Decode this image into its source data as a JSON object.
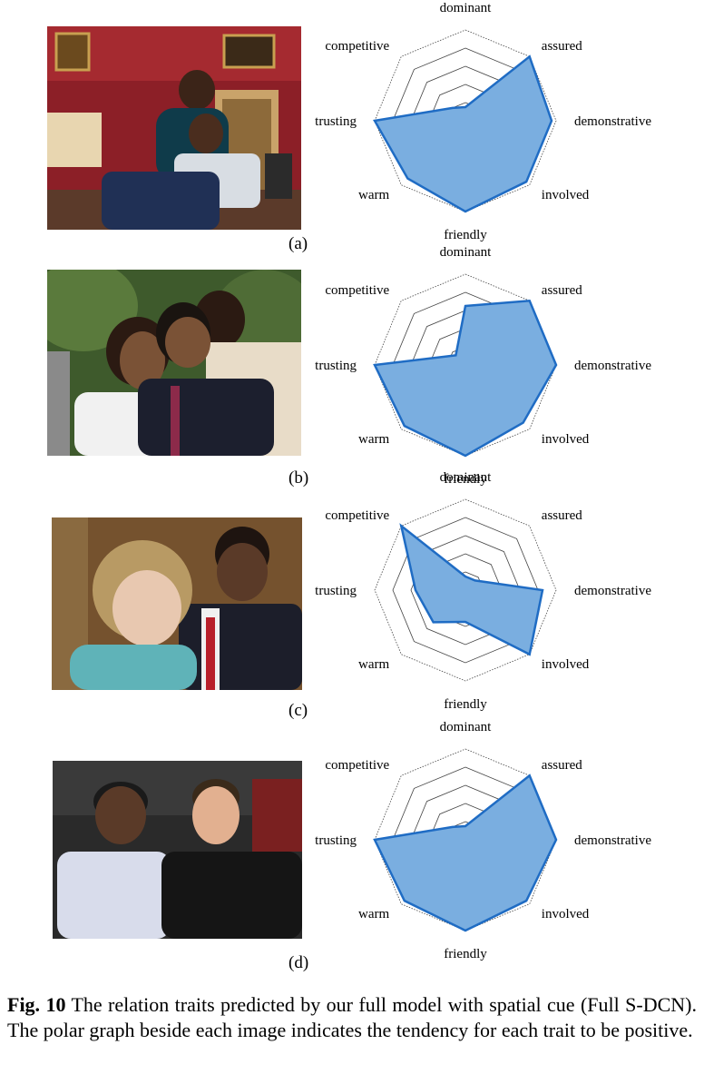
{
  "traits": [
    "dominant",
    "assured",
    "demonstrative",
    "involved",
    "friendly",
    "warm",
    "trusting",
    "competitive"
  ],
  "colors": {
    "fill": "#7aaee0",
    "stroke": "#1f6cc4",
    "grid": "#444444"
  },
  "panels": [
    {
      "label": "(a)",
      "photo": "Couple posing on a chair in a red room",
      "values": [
        0.15,
        1.0,
        0.95,
        0.95,
        1.0,
        0.9,
        1.0,
        0.2
      ]
    },
    {
      "label": "(b)",
      "photo": "Man hugged by a young girl with a woman behind",
      "values": [
        0.65,
        1.0,
        1.0,
        0.9,
        1.0,
        0.95,
        1.0,
        0.15
      ]
    },
    {
      "label": "(c)",
      "photo": "Woman and man in suit in conversation",
      "values": [
        0.15,
        0.15,
        0.85,
        1.0,
        0.35,
        0.5,
        0.55,
        1.0
      ]
    },
    {
      "label": "(d)",
      "photo": "Two men in a crowd, one smiling",
      "values": [
        0.15,
        1.0,
        1.0,
        0.95,
        1.0,
        0.95,
        1.0,
        0.2
      ]
    }
  ],
  "caption": {
    "lead": "Fig. 10",
    "text": "The relation traits predicted by our full model with spatial cue (Full S-DCN). The polar graph beside each image indicates the tendency for each trait to be positive."
  }
}
